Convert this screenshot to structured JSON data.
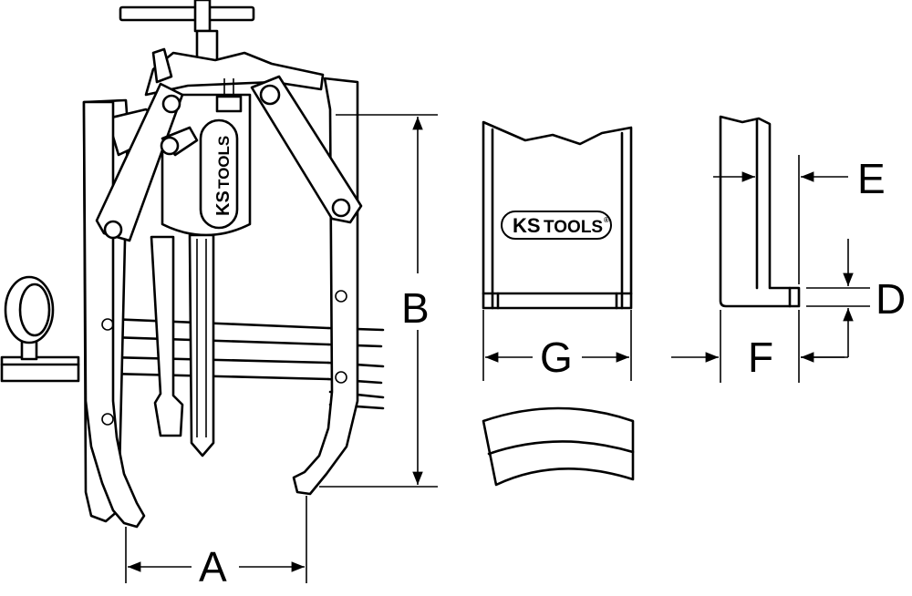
{
  "brand": {
    "prefix": "KS",
    "suffix": "TOOLS",
    "registered": "®"
  },
  "dimensions": {
    "A": "A",
    "B": "B",
    "D": "D",
    "E": "E",
    "F": "F",
    "G": "G"
  },
  "colors": {
    "line": "#000000",
    "background": "#ffffff"
  }
}
